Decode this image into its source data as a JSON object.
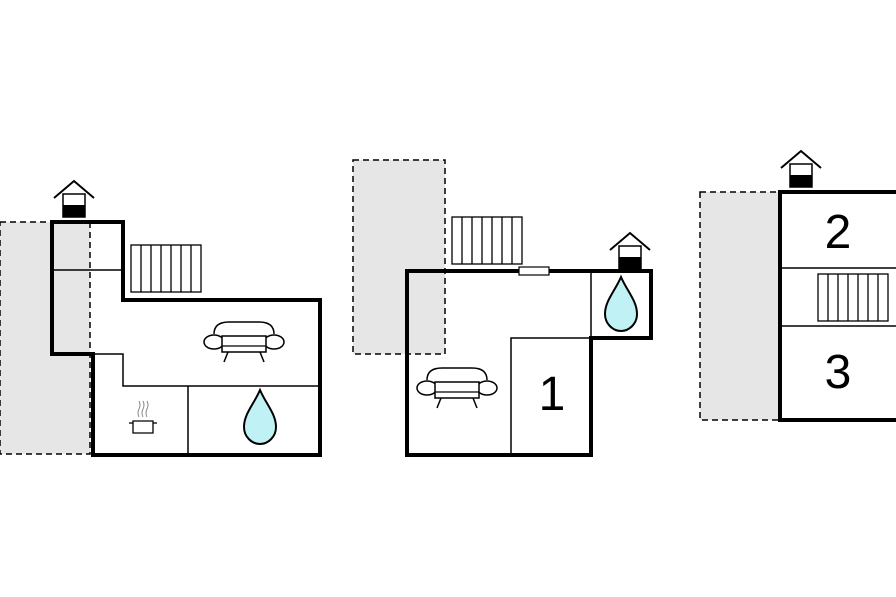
{
  "floorplan": {
    "room_numbers": {
      "room_1": "1",
      "room_2": "2",
      "room_3": "3"
    },
    "colors": {
      "wall": "#000000",
      "terrace_fill": "#e6e6e6",
      "water_fill": "#bff1f5",
      "background": "#ffffff"
    },
    "icons": [
      "entrance-icon",
      "stairs-icon",
      "sofa-icon",
      "cooking-pot-icon",
      "water-drop-icon",
      "window-icon"
    ]
  }
}
